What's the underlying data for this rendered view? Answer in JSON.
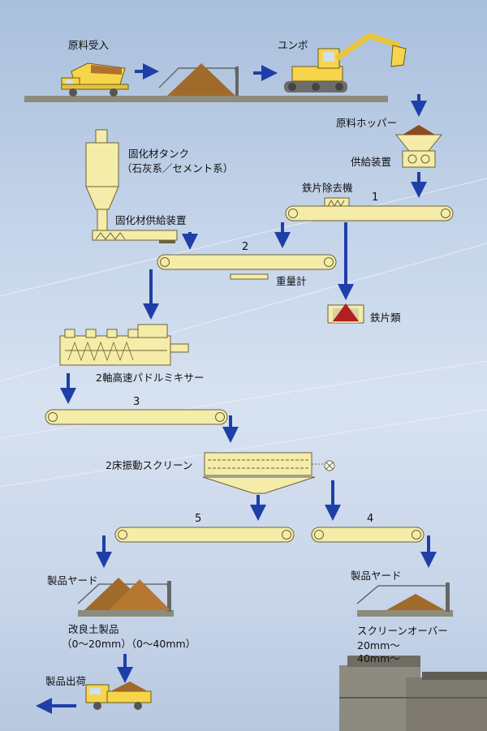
{
  "labels": {
    "raw_intake": "原料受入",
    "excavator": "ユンボ",
    "raw_hopper": "原料ホッパー",
    "supply_device": "供給装置",
    "solidifier_tank_1": "固化材タンク",
    "solidifier_tank_2": "（石灰系／セメント系）",
    "iron_remover": "鉄片除去機",
    "solidifier_supply": "固化材供給装置",
    "weigher": "重量計",
    "iron_scrap": "鉄片類",
    "mixer": "2軸高速パドルミキサー",
    "screen": "2床振動スクリーン",
    "yard_left": "製品ヤード",
    "yard_right": "製品ヤード",
    "product_1": "改良土製品",
    "product_2": "（0～20mm）（0～40mm）",
    "screen_over_1": "スクリーンオーバー",
    "screen_over_2": "20mm～",
    "screen_over_3": "40mm～",
    "shipping": "製品出荷"
  },
  "conveyors": {
    "c1": "1",
    "c2": "2",
    "c3": "3",
    "c4": "4",
    "c5": "5"
  },
  "colors": {
    "machine_fill": "#f4eca8",
    "machine_stroke": "#6b6238",
    "arrow": "#1f3fa8",
    "soil": "#a06a2a",
    "iron_pile": "#b01f24",
    "truck": "#f6d54a"
  }
}
